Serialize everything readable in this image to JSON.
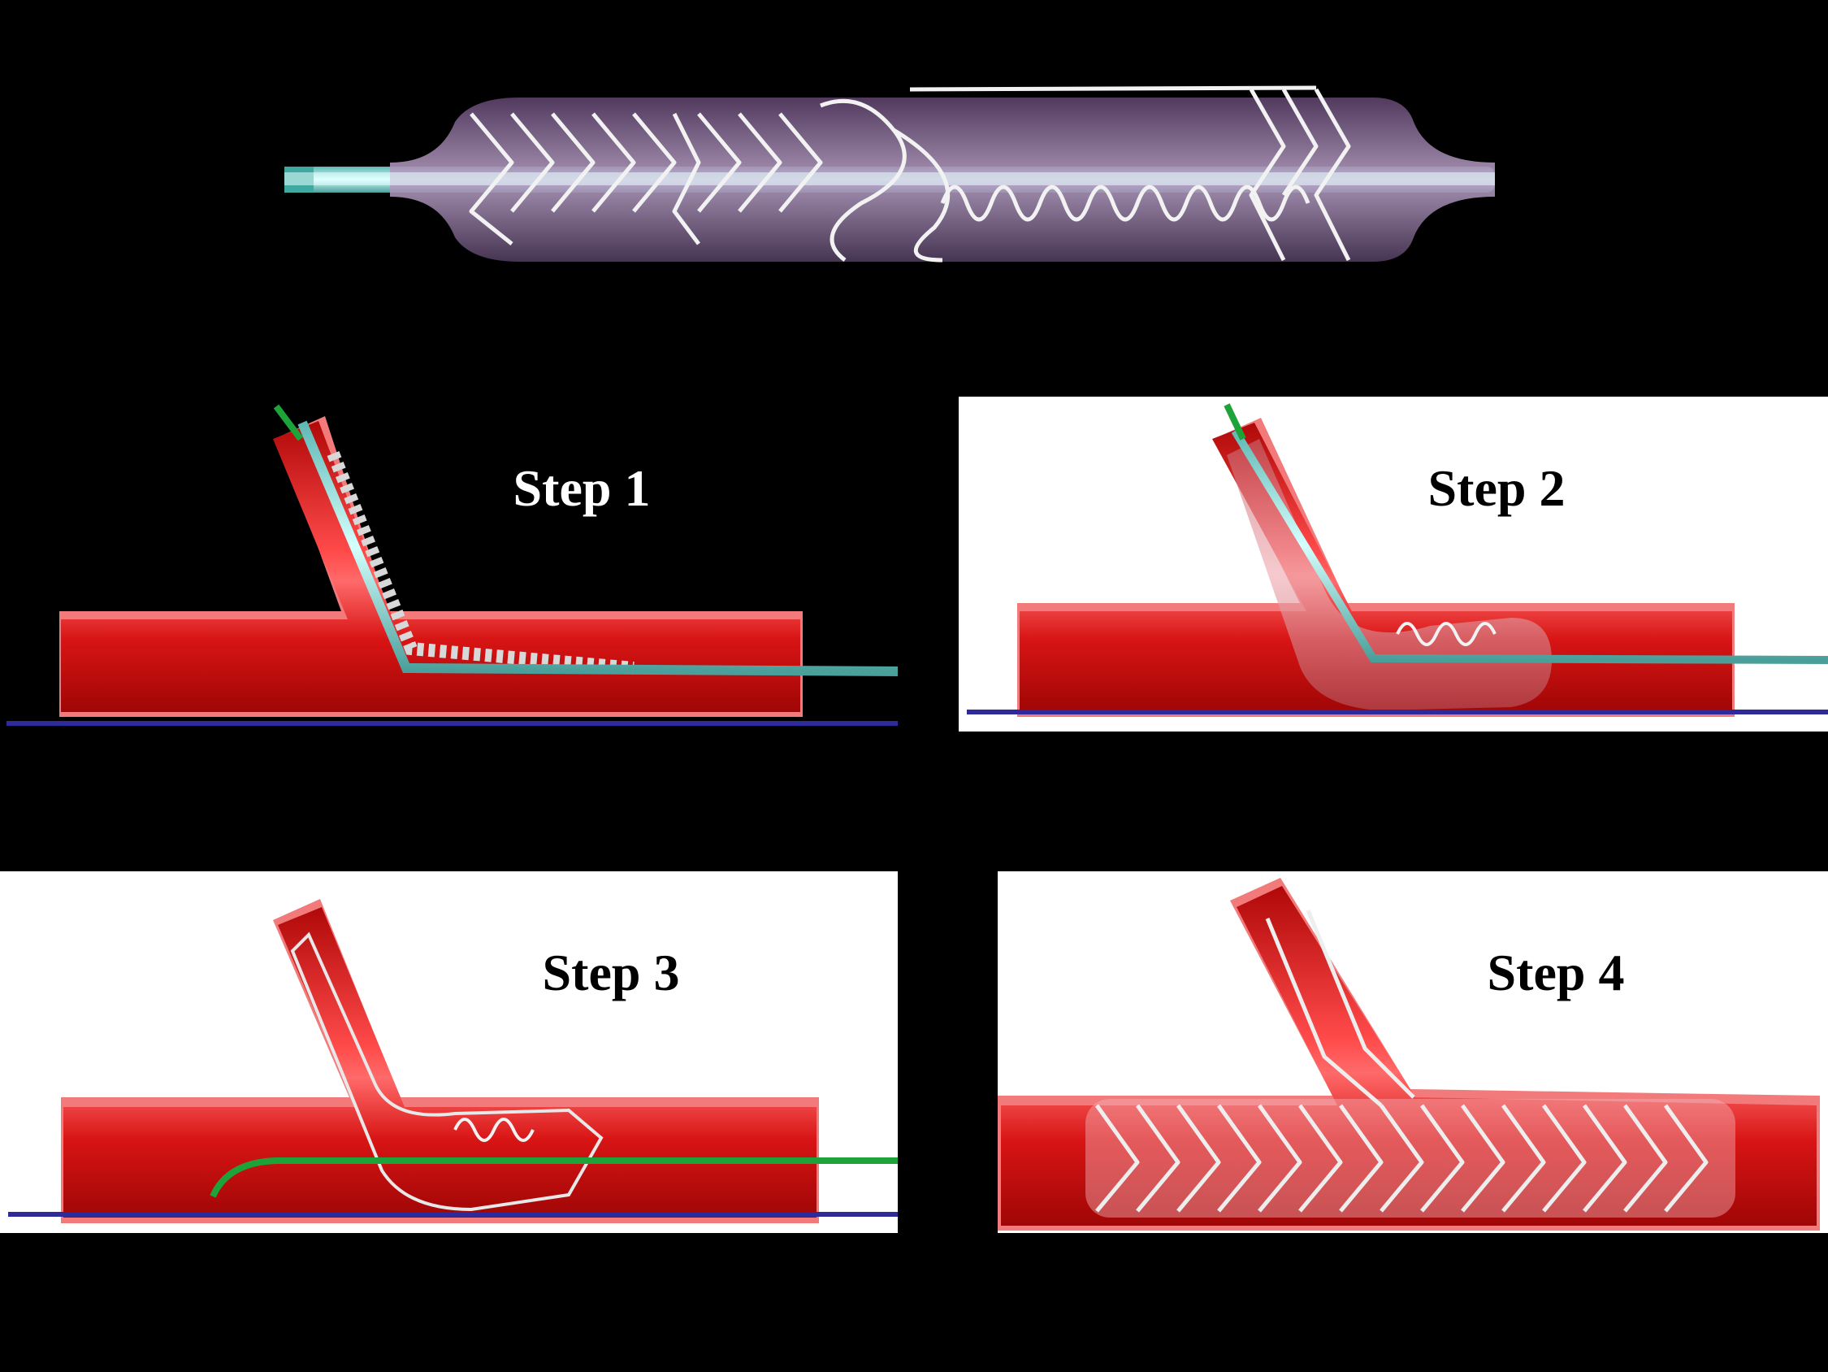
{
  "figure": {
    "background": "#000000",
    "colors": {
      "vessel": "#d81414",
      "vessel_highlight": "#ff5a5a",
      "vessel_wall": "#f27a7a",
      "guidewire_cyan": "#8fe0dc",
      "guidewire_green": "#1ea33a",
      "baseline": "#2e2a9a",
      "balloon": "#9a7fa8",
      "stent_strut": "#e8e8e8"
    },
    "balloon_stent_model": {
      "icon": "stent-on-balloon-illustration"
    },
    "steps": [
      {
        "label": "Step 1",
        "panel_background": "#000000",
        "label_color": "#ffffff"
      },
      {
        "label": "Step 2",
        "panel_background": "#ffffff",
        "label_color": "#000000"
      },
      {
        "label": "Step 3",
        "panel_background": "#ffffff",
        "label_color": "#000000"
      },
      {
        "label": "Step 4",
        "panel_background": "#ffffff",
        "label_color": "#000000"
      }
    ]
  }
}
